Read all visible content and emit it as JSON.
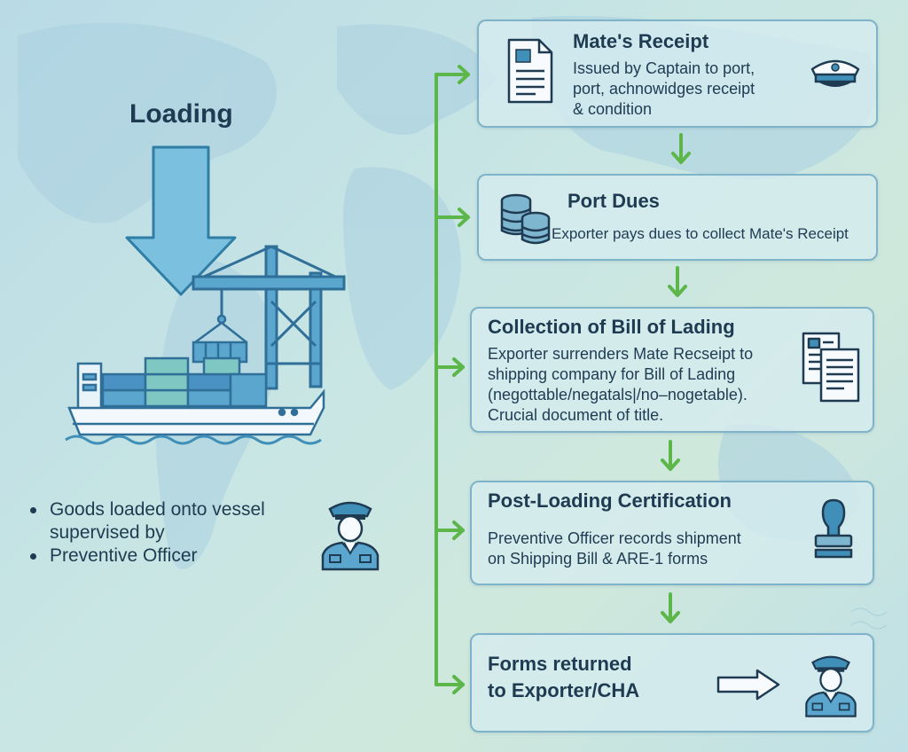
{
  "left": {
    "title": "Loading",
    "bullets": [
      "Goods loaded onto vessel",
      "supervised by",
      "Preventive Officer"
    ]
  },
  "steps": [
    {
      "title": "Mate's Receipt",
      "text_lines": [
        "Issued by Captain to port,",
        "port, achnowidges receipt",
        "& condition"
      ],
      "icon": "document-icon",
      "side_icon": "captain-cap-icon"
    },
    {
      "title": "Port Dues",
      "text_lines": [
        "Exporter pays dues to collect Mate's Receipt"
      ],
      "icon": "coins-icon"
    },
    {
      "title": "Collection of Bill of Lading",
      "text_lines": [
        "Exporter surrenders Mate Recseipt to",
        "shipping company for Bill of Lading",
        "(negottable/negatals|/no–nogetable).",
        "Crucial document of title."
      ],
      "side_icon": "documents-icon"
    },
    {
      "title": "Post-Loading Certification",
      "text_lines": [
        "Preventive Officer records shipment",
        "on Shipping Bill & ARE-1 forms"
      ],
      "side_icon": "stamp-icon"
    },
    {
      "title_lines": [
        "Forms returned",
        "to Exporter/CHA"
      ],
      "side_icon": "arrow-right-icon",
      "end_icon": "officer-icon"
    }
  ],
  "colors": {
    "accent_green": "#5cb64a",
    "text_dark": "#1f3b52",
    "card_border": "#7fb3c9",
    "icon_blue": "#3f8fb8"
  }
}
